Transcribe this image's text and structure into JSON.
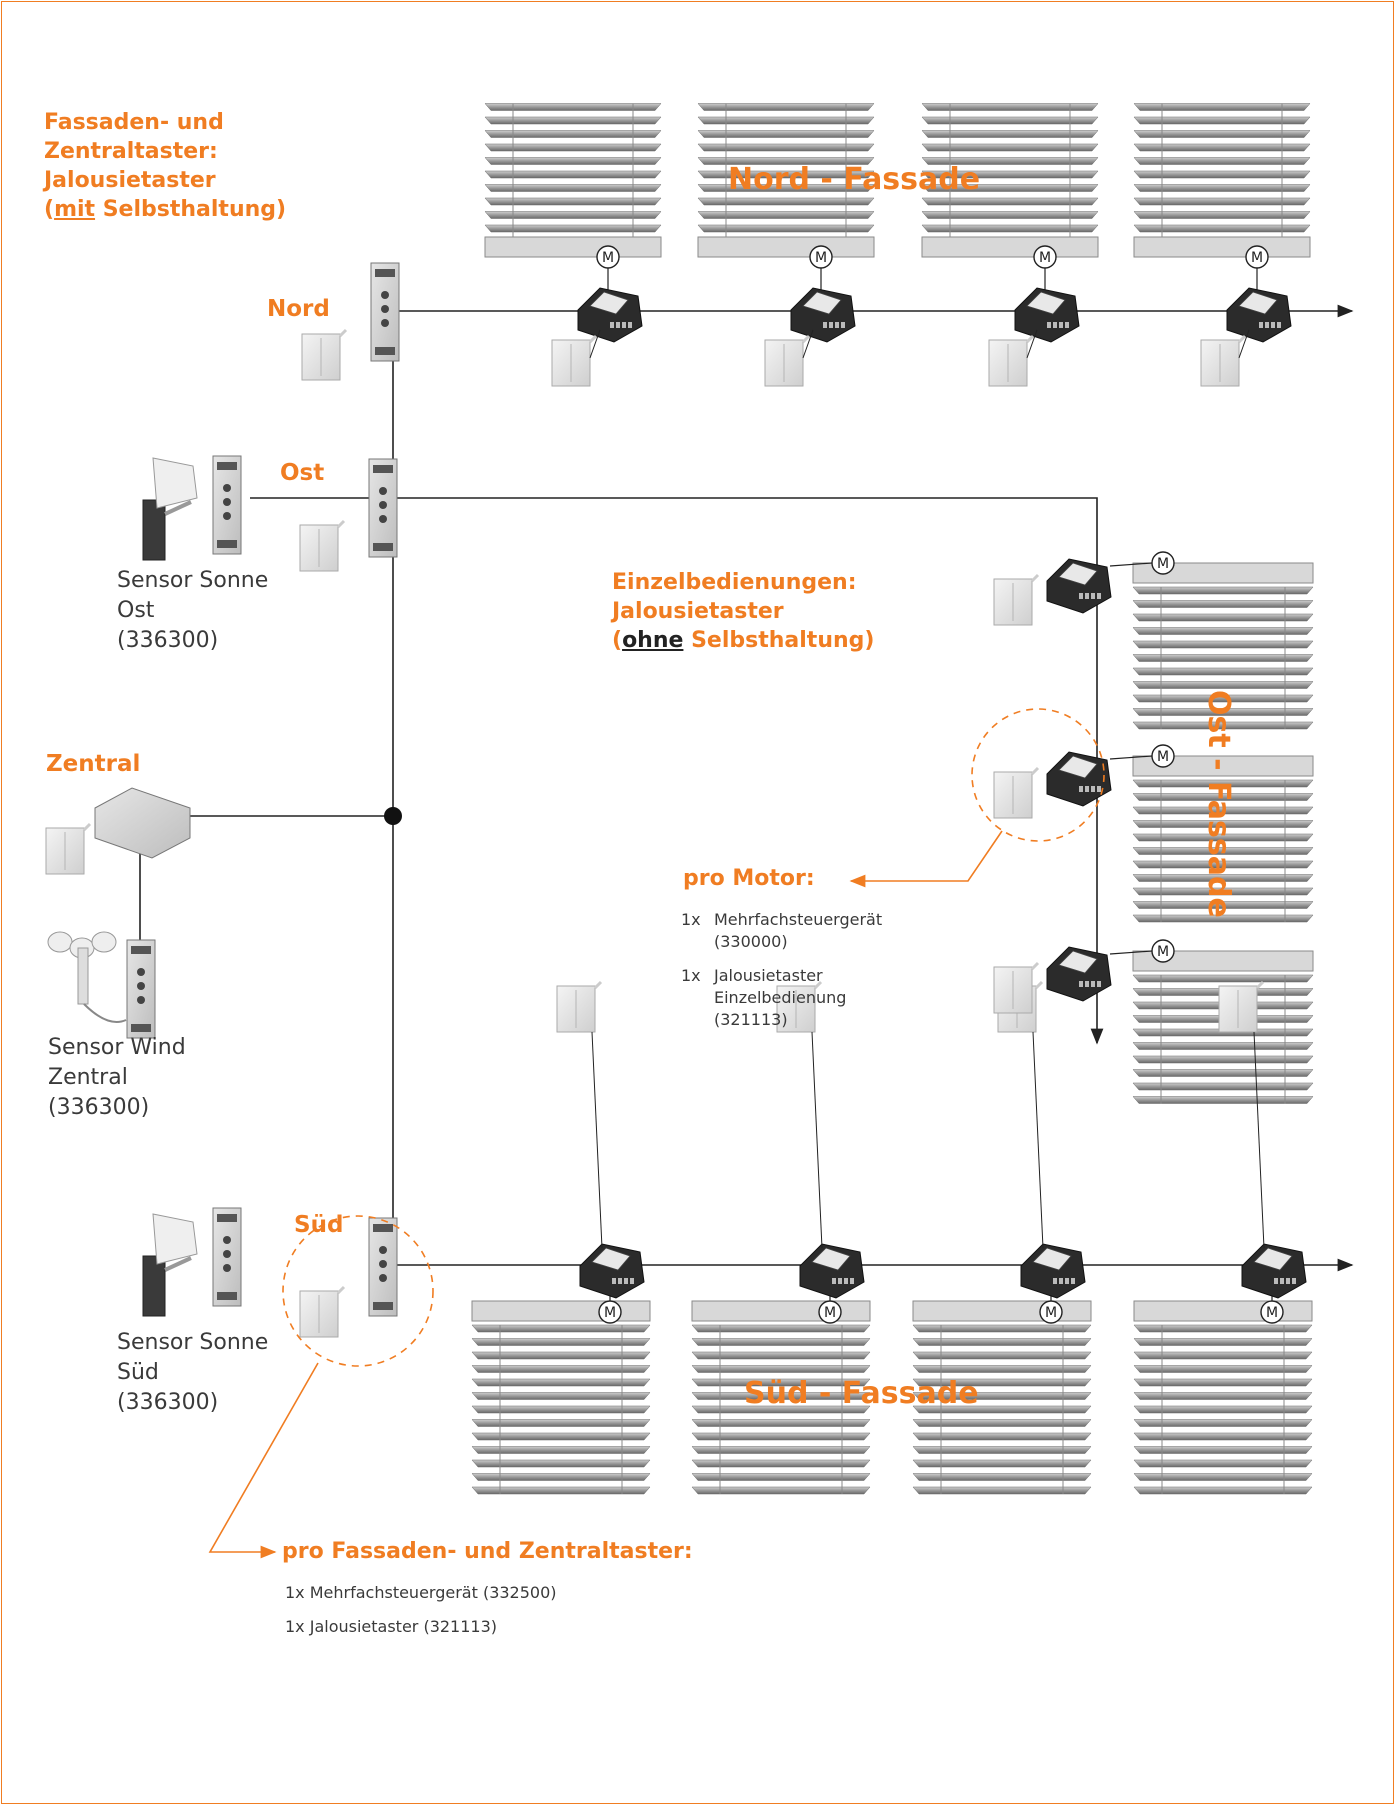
{
  "header": {
    "line1": "Fassaden- und",
    "line2": "Zentraltaster:",
    "line3": "Jalousietaster",
    "line4_open": "(",
    "line4_u": "mit",
    "line4_rest": " Selbsthaltung)"
  },
  "groups": {
    "nord": "Nord",
    "ost": "Ost",
    "zentral": "Zentral",
    "sued": "Süd"
  },
  "sensors": {
    "ost": [
      "Sensor Sonne",
      "Ost",
      "(336300)"
    ],
    "wind": [
      "Sensor Wind",
      "Zentral",
      "(336300)"
    ],
    "sued": [
      "Sensor Sonne",
      "Süd",
      "(336300)"
    ]
  },
  "facades": {
    "nord": "Nord - Fassade",
    "ost": "Ost - Fassade",
    "sued": "Süd - Fassade"
  },
  "motor_symbol": "M",
  "einzel": {
    "line1": "Einzelbedienungen:",
    "line2": "Jalousietaster",
    "line3_open": "(",
    "line3_u": "ohne",
    "line3_rest": " Selbsthaltung)"
  },
  "pro_motor": {
    "title": "pro Motor:",
    "item1_qty": "1x",
    "item1_l1": "Mehrfachsteuergerät",
    "item1_l2": "(330000)",
    "item2_qty": "1x",
    "item2_l1": "Jalousietaster",
    "item2_l2": "Einzelbedienung",
    "item2_l3": "(321113)"
  },
  "pro_fassade": {
    "title": "pro Fassaden- und Zentraltaster:",
    "item1": "1x  Mehrfachsteuergerät (332500)",
    "item2": "1x  Jalousietaster (321113)"
  },
  "colors": {
    "accent": "#f07d22",
    "line": "#222222",
    "blind": "#9a9a9a",
    "actuator": "#2b2b2b"
  }
}
